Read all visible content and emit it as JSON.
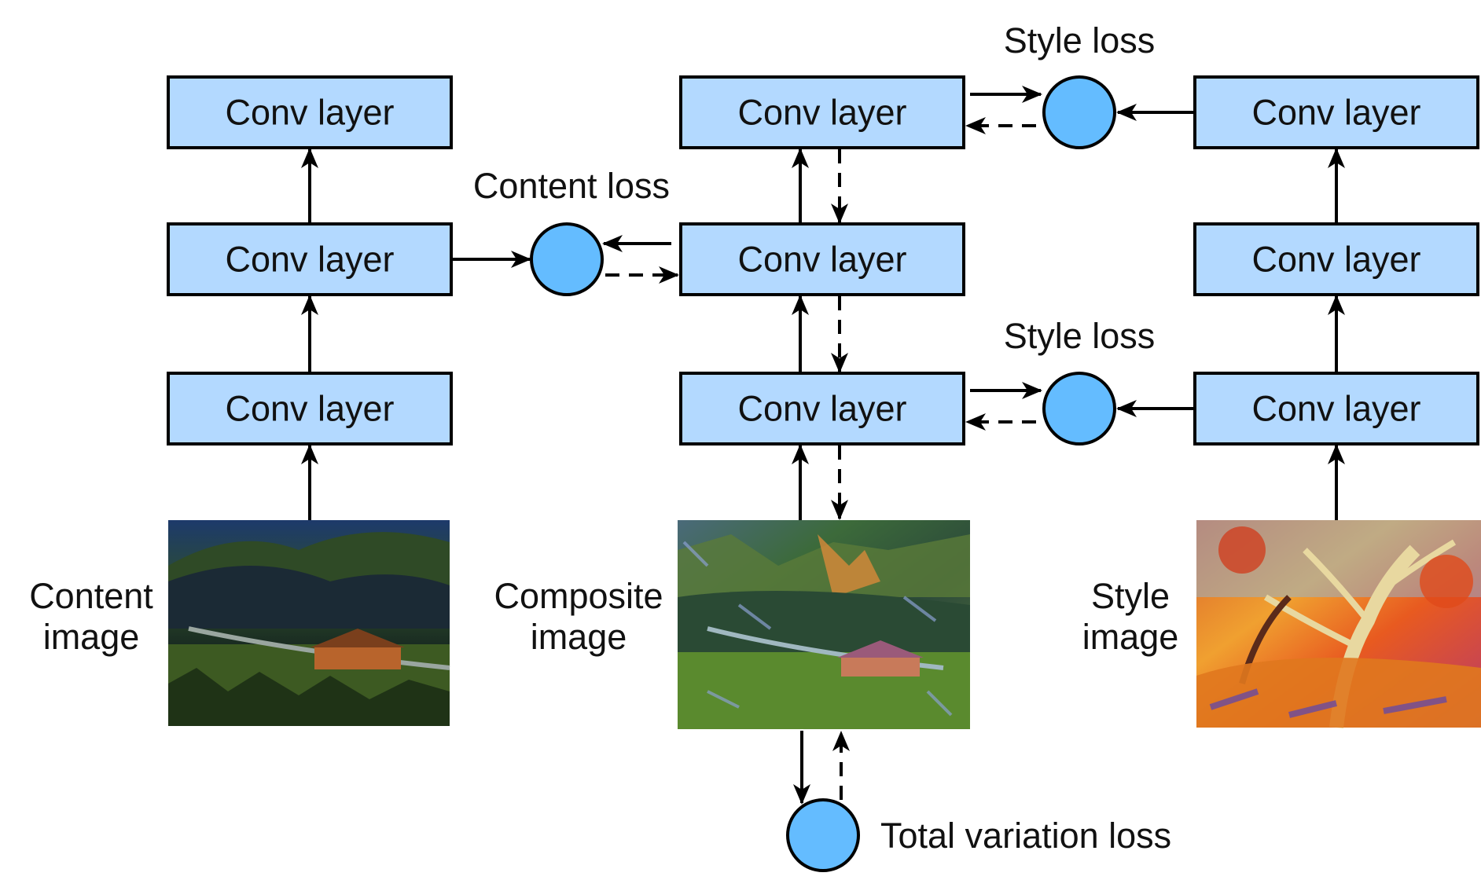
{
  "conv_label": "Conv layer",
  "labels": {
    "content_loss": "Content loss",
    "style_loss_top": "Style loss",
    "style_loss_bottom": "Style loss",
    "total_variation_loss": "Total variation loss",
    "content_image_line1": "Content",
    "content_image_line2": "image",
    "composite_image_line1": "Composite",
    "composite_image_line2": "image",
    "style_image_line1": "Style",
    "style_image_line2": "image"
  },
  "colors": {
    "conv_fill": "#b3d9ff",
    "loss_node_fill": "#64bcff",
    "stroke": "#000000"
  }
}
